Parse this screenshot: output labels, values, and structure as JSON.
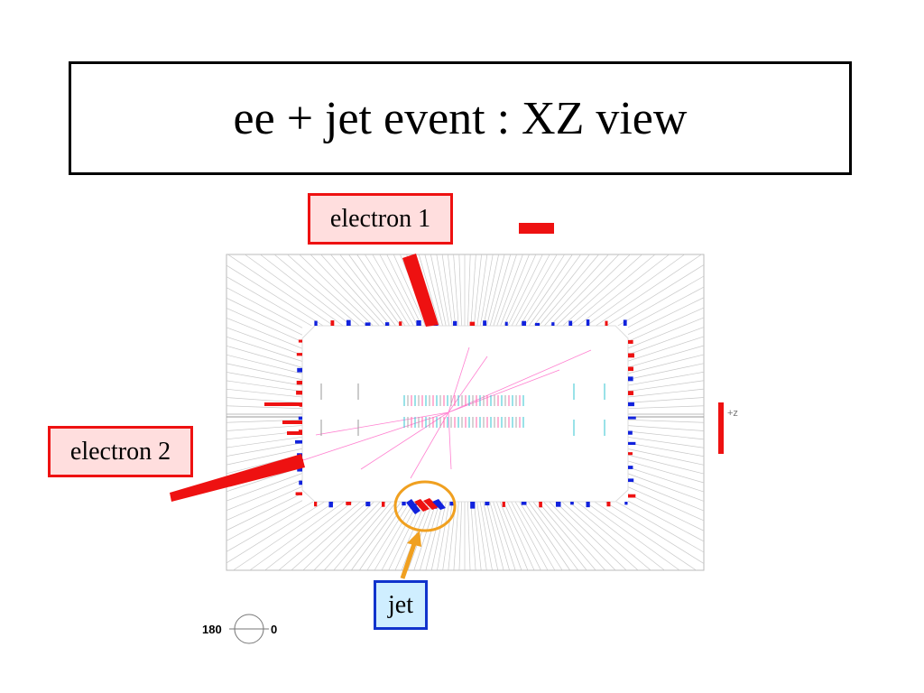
{
  "slide": {
    "title": "ee + jet event : XZ view"
  },
  "annotations": {
    "electron1": "electron 1",
    "electron2": "electron 2",
    "jet": "jet"
  },
  "display": {
    "axis_label": "+z",
    "scale_left": "180",
    "scale_right": "0"
  },
  "colors": {
    "energy_red": "#ee1111",
    "energy_blue": "#1122dd",
    "track_pink": "#ff66cc",
    "jet_circle": "#f0a020",
    "jet_arrow": "#f0a020"
  }
}
